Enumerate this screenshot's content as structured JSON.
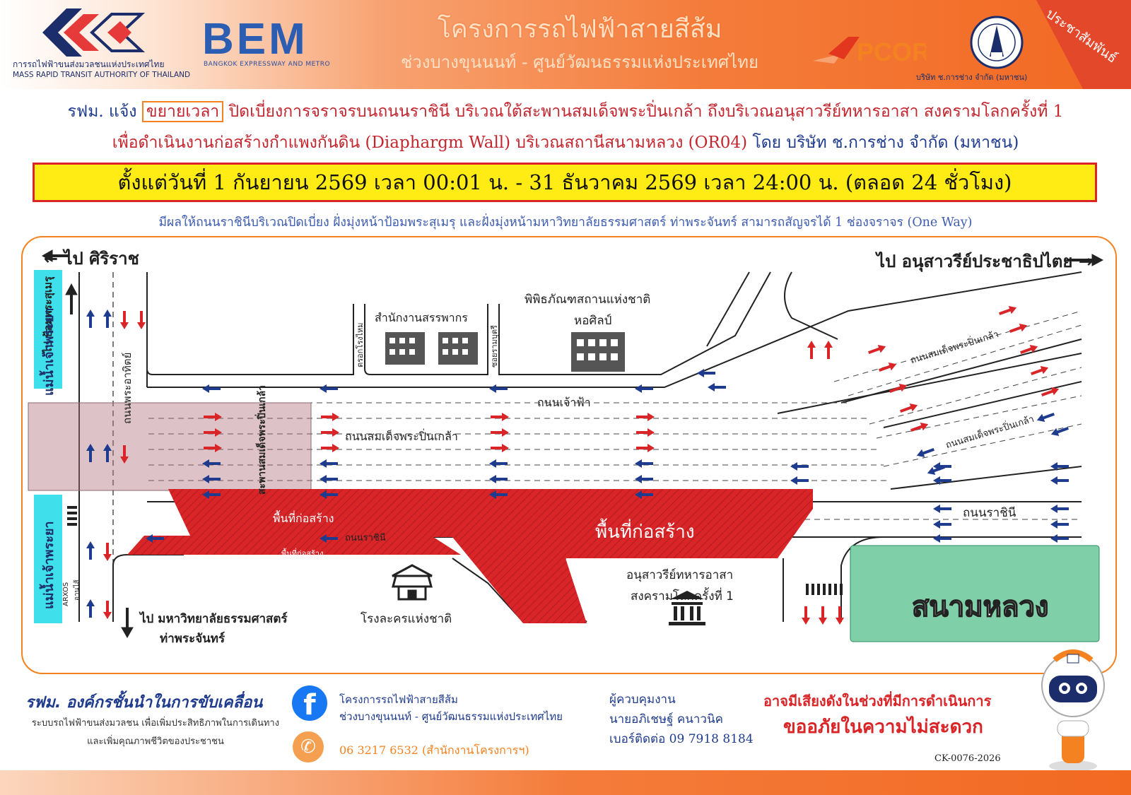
{
  "header": {
    "mrta_name_th": "การรถไฟฟ้าขนส่งมวลชนแห่งประเทศไทย",
    "mrta_name_en": "MASS RAPID TRANSIT AUTHORITY OF THAILAND",
    "bem_logo_text": "BEM",
    "bem_subtitle": "BANGKOK EXPRESSWAY AND METRO",
    "project_title": "โครงการรถไฟฟ้าสายสีส้ม",
    "project_subtitle": "ช่วงบางขุนนนท์ - ศูนย์วัฒนธรรมแห่งประเทศไทย",
    "pcor_logo_text": "PCOR",
    "contractor_name": "บริษัท ช.การช่าง จำกัด (มหาชน)",
    "banner": "ประชาสัมพันธ์"
  },
  "announcement": {
    "line1_prefix": "รฟม. แจ้ง",
    "line1_highlight": "ขยายเวลา",
    "line1_rest": "ปิดเบี่ยงการจราจรบนถนนราชินี บริเวณใต้สะพานสมเด็จพระปิ่นเกล้า ถึงบริเวณอนุสาวรีย์ทหารอาสา สงครามโลกครั้งที่ 1",
    "line2_main": "เพื่อดำเนินงานก่อสร้างกำแพงกันดิน (Diaphargm Wall) บริเวณสถานีสนามหลวง (OR04)",
    "line2_by": "โดย บริษัท ช.การช่าง จำกัด (มหาชน)",
    "period": "ตั้งแต่วันที่ 1 กันยายน 2569 เวลา 00:01 น. - 31 ธันวาคม 2569 เวลา 24:00 น. (ตลอด 24 ชั่วโมง)",
    "effect": "มีผลให้ถนนราชินีบริเวณปิดเบี่ยง ฝั่งมุ่งหน้าป้อมพระสุเมรุ และฝั่งมุ่งหน้ามหาวิทยาลัยธรรมศาสตร์ ท่าพระจันทร์ สามารถสัญจรได้ 1 ช่องจราจร (One Way)"
  },
  "map": {
    "to_siriraj": "← ไป ศิริราช",
    "to_democracy": "ไป อนุสาวรีย์ประชาธิปไตย →",
    "to_pom": "ไป ป้อมพระสุเมรุ",
    "river_top": "แม่น้ำเจ้าพระยา",
    "river_bottom": "แม่น้ำเจ้าพระยา",
    "road_phra_athit": "ถนนพระอาทิตย์",
    "revenue_office": "สำนักงานสรรพากร",
    "soi_rong_mai": "ตรอกโรงไหม",
    "soi_ram_butri": "ซอยรามบุตรี",
    "museum_line1": "พิพิธภัณฑสถานแห่งชาติ",
    "museum_line2": "หอศิลป์",
    "road_chao_fa": "ถนนเจ้าฟ้า",
    "road_pinklao": "ถนนสมเด็จพระปิ่นเกล้า",
    "road_pinklao_ne": "ถนนสมเด็จพระปิ่นเกล้า",
    "road_pinklao_e": "ถนนสมเด็จพระปิ่นเกล้า",
    "bridge_label": "สะพานสมเด็จพระปิ่นเกล้า",
    "construction_small_top": "พื้นที่ก่อสร้าง",
    "construction_big": "พื้นที่ก่อสร้าง",
    "construction_small_bottom": "พื้นที่ก่อสร้าง",
    "road_ratchini": "ถนนราชินี",
    "road_ratchini_e": "ถนนราชินี",
    "arxos": "ARXOS",
    "ansai": "อานไส้",
    "theatre": "โรงละครแห่งชาติ",
    "monument_line1": "อนุสาวรีย์ทหารอาสา",
    "monument_line2": "สงครามโลกครั้งที่ 1",
    "sanam_luang": "สนามหลวง",
    "to_thammasat_line1": "ไป มหาวิทยาลัยธรรมศาสตร์",
    "to_thammasat_line2": "ท่าพระจันทร์"
  },
  "footer": {
    "slogan": "รฟม. องค์กรชั้นนำในการขับเคลื่อน",
    "slogan_sub1": "ระบบรถไฟฟ้าขนส่งมวลชน เพื่อเพิ่มประสิทธิภาพในการเดินทาง",
    "slogan_sub2": "และเพิ่มคุณภาพชีวิตของประชาชน",
    "facebook_line1": "โครงการรถไฟฟ้าสายสีส้ม",
    "facebook_line2": "ช่วงบางขุนนนท์ - ศูนย์วัฒนธรรมแห่งประเทศไทย",
    "phone": "06 3217 6532 (สำนักงานโครงการฯ)",
    "supervisor_title": "ผู้ควบคุมงาน",
    "supervisor_name": "นายอภิเชษฐ์ คนาวนิค",
    "supervisor_phone": "เบอร์ติดต่อ 09 7918 8184",
    "noise_notice": "อาจมีเสียงดังในช่วงที่มีการดำเนินการ",
    "apology": "ขออภัยในความไม่สะดวก",
    "code": "CK-0076-2026"
  },
  "colors": {
    "orange": "#f26922",
    "red": "#d92528",
    "navy": "#1f3b8d",
    "yellow": "#ffec14",
    "river": "#3fe0ec",
    "field": "#7fcfa8"
  }
}
